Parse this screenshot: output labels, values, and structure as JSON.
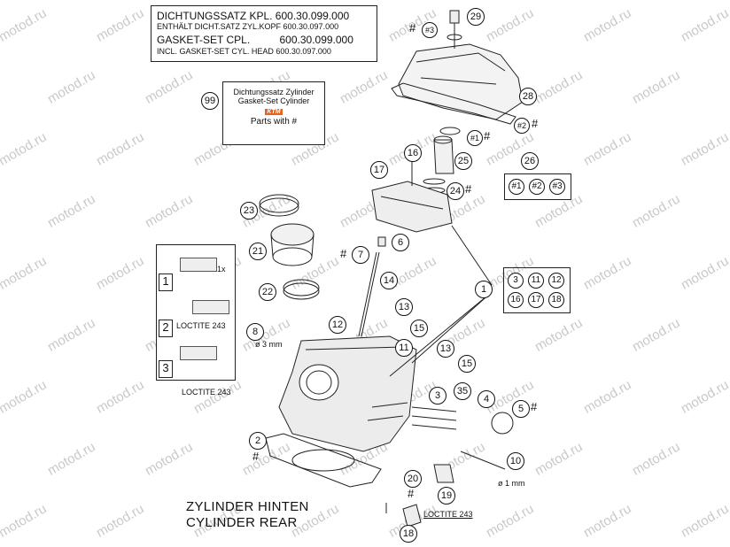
{
  "watermark": "motod.ru",
  "gasket_box": {
    "line1": "DICHTUNGSSATZ KPL. 600.30.099.000",
    "line2": "ENTHÄLT DICHT.SATZ ZYL.KOPF 600.30.097.000",
    "line3": "GASKET-SET CPL.          600.30.099.000",
    "line4": "INCL. GASKET-SET CYL. HEAD 600.30.097.000"
  },
  "set_box": {
    "callout": "99",
    "line1": "Dichtungssatz Zylinder",
    "line2": "Gasket-Set Cylinder",
    "logo": "KTM",
    "line3": "Parts with #"
  },
  "steps": [
    "1",
    "2",
    "3"
  ],
  "step_notes": {
    "loctite_a": "LOCTITE 243",
    "loctite_b": "LOCTITE 243",
    "torque": "1x"
  },
  "group_box_26": {
    "callout": "26",
    "items": [
      "#1",
      "#2",
      "#3"
    ]
  },
  "group_box_1": {
    "callout": "1",
    "items": [
      "3",
      "11",
      "12",
      "16",
      "17",
      "18"
    ]
  },
  "callouts": [
    {
      "id": "29"
    },
    {
      "id": "#3"
    },
    {
      "id": "28"
    },
    {
      "id": "#2"
    },
    {
      "id": "#1"
    },
    {
      "id": "25"
    },
    {
      "id": "16"
    },
    {
      "id": "17"
    },
    {
      "id": "24"
    },
    {
      "id": "23"
    },
    {
      "id": "21"
    },
    {
      "id": "22"
    },
    {
      "id": "6"
    },
    {
      "id": "7"
    },
    {
      "id": "14"
    },
    {
      "id": "13"
    },
    {
      "id": "15"
    },
    {
      "id": "12"
    },
    {
      "id": "11"
    },
    {
      "id": "13"
    },
    {
      "id": "15"
    },
    {
      "id": "8"
    },
    {
      "id": "3"
    },
    {
      "id": "35"
    },
    {
      "id": "4"
    },
    {
      "id": "5"
    },
    {
      "id": "2"
    },
    {
      "id": "20"
    },
    {
      "id": "19"
    },
    {
      "id": "10"
    },
    {
      "id": "18"
    }
  ],
  "dims": {
    "d8": "ø 3 mm",
    "d10": "ø 1 mm"
  },
  "loctite_bottom": "LOCTITE 243",
  "title": {
    "line1": "ZYLINDER HINTEN",
    "line2": "CYLINDER REAR"
  }
}
